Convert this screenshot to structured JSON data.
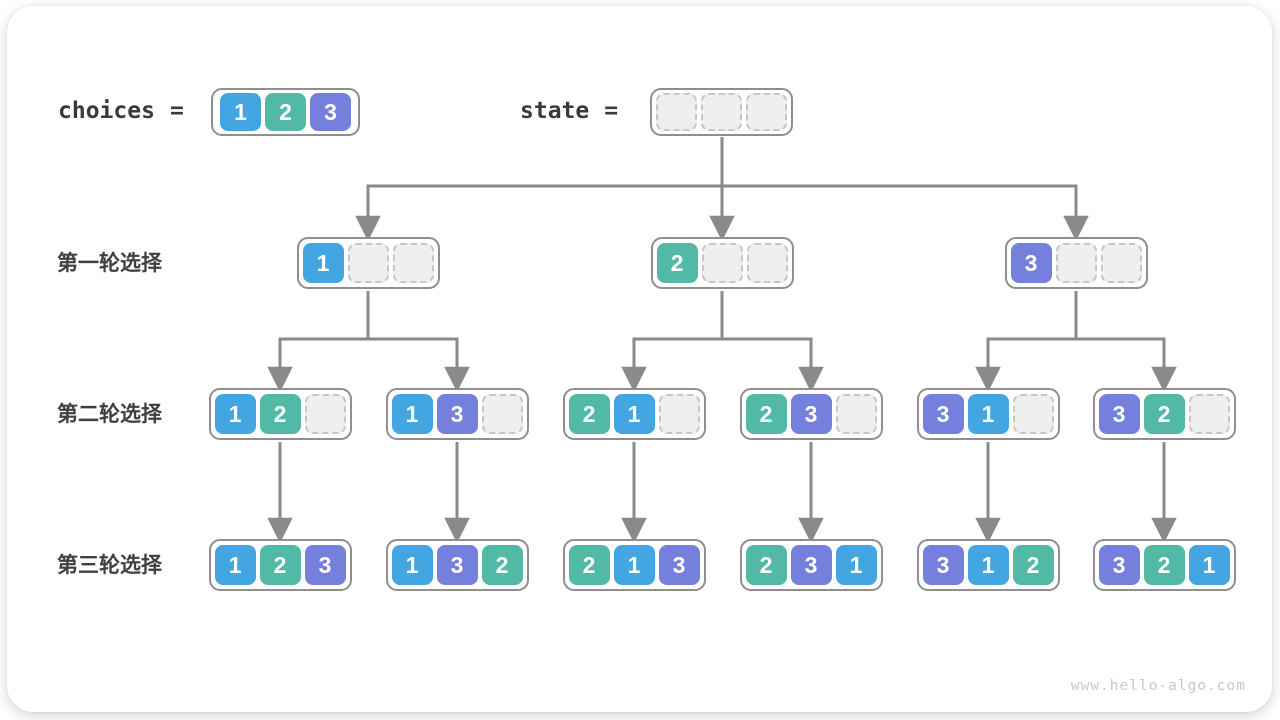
{
  "header": {
    "choices_label": "choices",
    "state_label": "state",
    "equals_sign": "=",
    "choices_values": [
      "1",
      "2",
      "3"
    ],
    "state_values": [
      null,
      null,
      null
    ]
  },
  "palette": {
    "1": "#43a6e2",
    "2": "#51b9a5",
    "3": "#7580dc",
    "empty_fill": "#eeefef",
    "empty_border": "#c6c6c6",
    "container_border": "#8f8f8f",
    "arrow": "#8a8a8a",
    "label_text": "#404040"
  },
  "rows": [
    {
      "label": "第一轮选择",
      "nodes": [
        [
          "1",
          null,
          null
        ],
        [
          "2",
          null,
          null
        ],
        [
          "3",
          null,
          null
        ]
      ]
    },
    {
      "label": "第二轮选择",
      "nodes": [
        [
          "1",
          "2",
          null
        ],
        [
          "1",
          "3",
          null
        ],
        [
          "2",
          "1",
          null
        ],
        [
          "2",
          "3",
          null
        ],
        [
          "3",
          "1",
          null
        ],
        [
          "3",
          "2",
          null
        ]
      ]
    },
    {
      "label": "第三轮选择",
      "nodes": [
        [
          "1",
          "2",
          "3"
        ],
        [
          "1",
          "3",
          "2"
        ],
        [
          "2",
          "1",
          "3"
        ],
        [
          "2",
          "3",
          "1"
        ],
        [
          "3",
          "1",
          "2"
        ],
        [
          "3",
          "2",
          "1"
        ]
      ]
    }
  ],
  "watermark": "www.hello-algo.com"
}
